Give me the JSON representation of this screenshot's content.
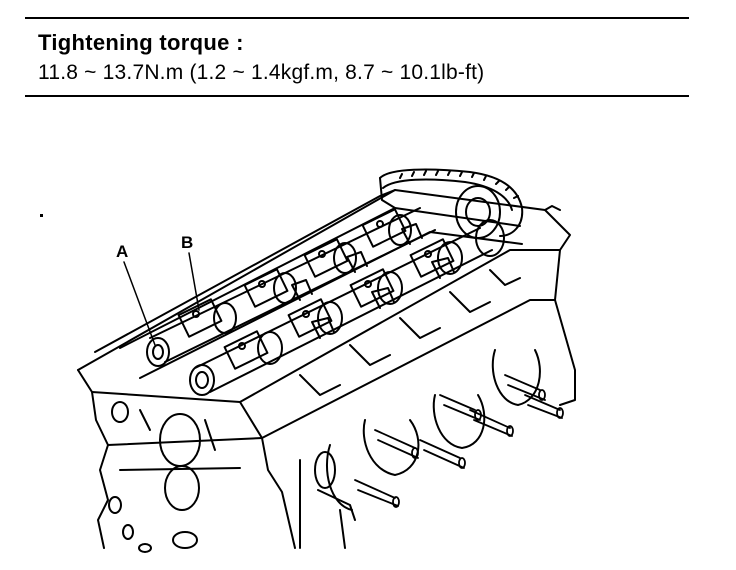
{
  "spec": {
    "title": "Tightening torque :",
    "value": "11.8 ~ 13.7N.m (1.2 ~ 1.4kgf.m, 8.7 ~ 10.1lb-ft)"
  },
  "callouts": {
    "a": "A",
    "b": "B"
  },
  "colors": {
    "ink": "#000000",
    "paper": "#ffffff"
  }
}
